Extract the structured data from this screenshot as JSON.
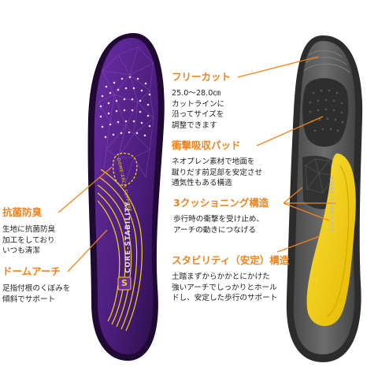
{
  "colors": {
    "accent": "#f0841c",
    "purple_dark": "#2a0d47",
    "purple": "#5b2590",
    "yellow": "#f5d21a",
    "gray_dark": "#3e3e3e",
    "gray_mid": "#6a6a6a"
  },
  "insole_left": {
    "brand_text": "CORE-STABILITY",
    "sub_text": "DOME-ARCH SUPPORT",
    "logo_letter": "S"
  },
  "insole_right": {
    "brand_text": "CORE-STABILITY"
  },
  "features": [
    {
      "id": "free-cut",
      "title": "フリーカット",
      "desc": "25.0～28.0㎝\nカットラインに\n沿ってサイズを\n調整できます"
    },
    {
      "id": "shock",
      "title": "衝撃吸収パッド",
      "desc": "ネオプレン素材で地面を\n蹴りだす前足部を安定させ\n通気性もある構造"
    },
    {
      "id": "cushion",
      "title": "3クッショニング構造",
      "desc": "歩行時の衝撃を受け止め、\nアーチの動きにつなげる"
    },
    {
      "id": "stability",
      "title": "スタビリティ（安定）構造",
      "desc": "土踏まずからかかとにかけた\n強いアーチでしっかりとホール\nドし、安定した歩行のサポート"
    },
    {
      "id": "antibac",
      "title": "抗菌防臭",
      "desc": "生地に抗菌防臭\n加工をしており\nいつも清潔"
    },
    {
      "id": "dome",
      "title": "ドームアーチ",
      "desc": "足指付根のくぼみを\n傾斜でサポート"
    }
  ]
}
